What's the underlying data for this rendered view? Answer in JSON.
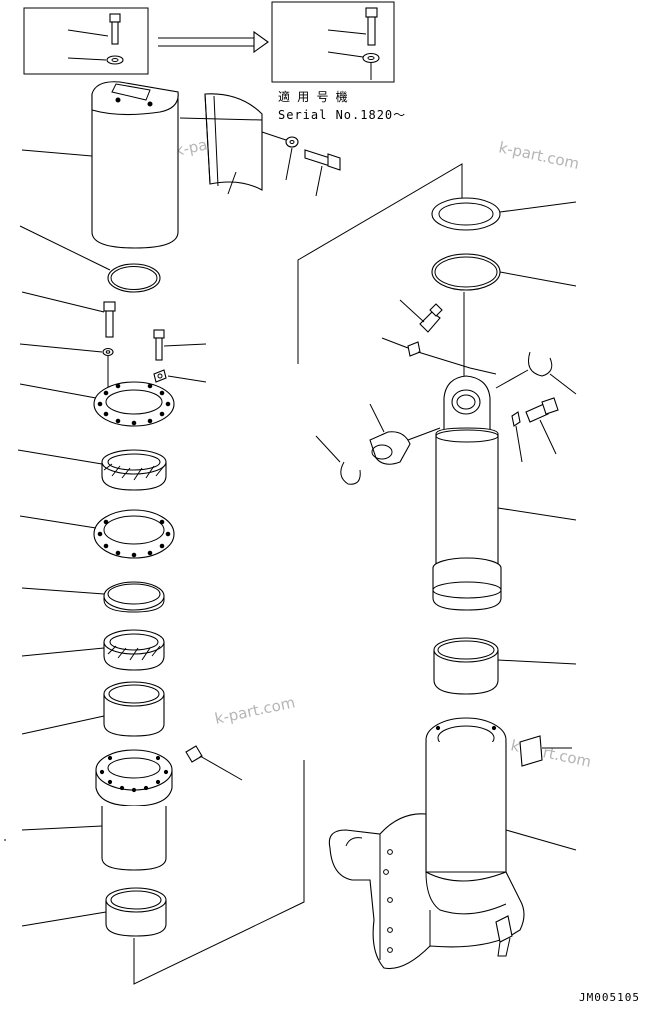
{
  "serial_note": {
    "line1": "適 用 号 機",
    "line2": "Serial No.1820～"
  },
  "watermark": "k-part.com",
  "drawing_code": "JM005105"
}
